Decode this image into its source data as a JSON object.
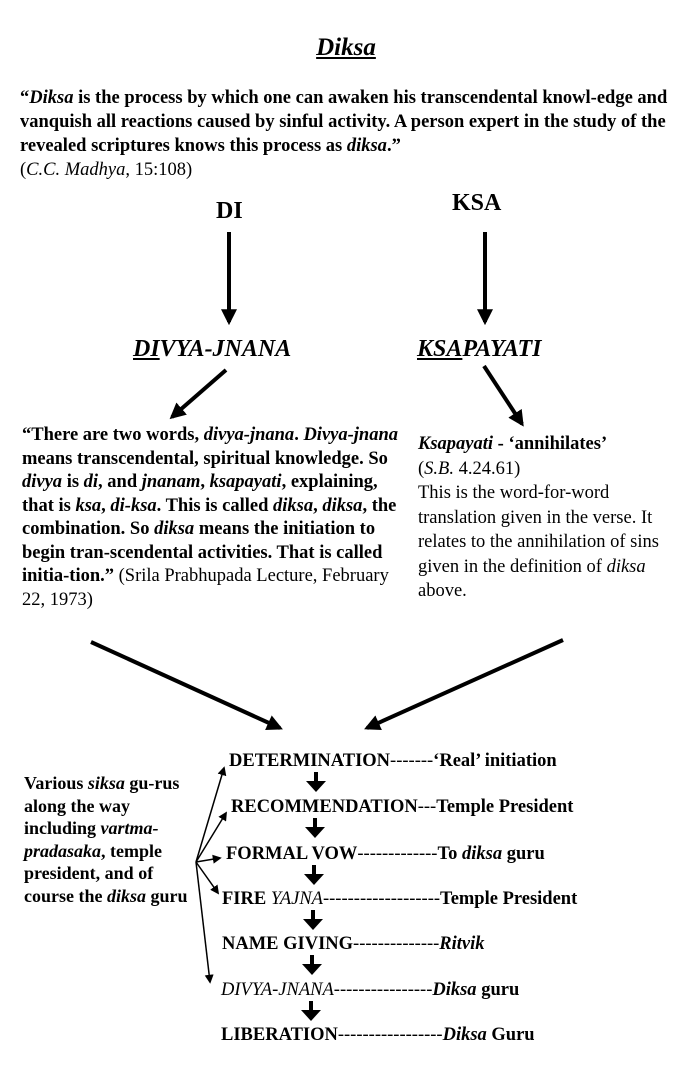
{
  "title": "Diksa",
  "intro_quote": {
    "t1": "“",
    "t2": "Diksa",
    "t3": " is the process by which one can awaken his transcendental knowl-edge and vanquish all reactions caused by sinful activity.  A person expert in the study of the revealed scriptures knows this process as ",
    "t4": "diksa",
    "t5": ".”",
    "c1": "(",
    "c2": "C.C. Madhya",
    "c3": ", 15:108)"
  },
  "roots": {
    "di": "DI",
    "ksa": "KSA"
  },
  "derivations": {
    "divya_jnana_a": "DI",
    "divya_jnana_b": "VYA-JNANA",
    "ksapayati_a": "KSA",
    "ksapayati_b": "PAYATI"
  },
  "lecture": {
    "s1": "“There are two words, ",
    "s2": "divya-jnana",
    "s3": ". ",
    "s4": "Divya-jnana",
    "s5": " means transcendental, spiritual knowledge. So ",
    "s6": "divya",
    "s7": " is ",
    "s8": "di",
    "s9": ", and ",
    "s10": "jnanam",
    "s11": ", ",
    "s12": "ksapayati",
    "s13": ", explaining, that is ",
    "s14": "ksa",
    "s15": ", ",
    "s16": "di-ksa",
    "s17": ". This is called ",
    "s18": "diksa",
    "s19": ", ",
    "s20": "diksa",
    "s21": ", the combination. So ",
    "s22": "diksa",
    "s23": " means the initiation to begin tran-scendental activities. That is called initia-tion.”",
    "cite": "  (Srila Prabhupada Lecture, February 22, 1973)"
  },
  "ksapayati_note": {
    "h1": "Ksapayati",
    "h2": " - ‘annihilates’",
    "c1": "(",
    "c2": "S.B.",
    "c3": " 4.24.61)",
    "b1": "This is the word-for-word translation given in the verse. It relates to the annihilation of sins given in the definition of ",
    "b2": "diksa",
    "b3": " above."
  },
  "siksa_note": {
    "p1": "Various ",
    "p2": "siksa",
    "p3": " gu-rus along the way including ",
    "p4": "vartma-pradasaka",
    "p5": ", temple president, and of course the ",
    "p6": "diksa",
    "p7": " guru"
  },
  "steps": [
    {
      "main": "DETERMINATION",
      "dash": "-------",
      "dest_a": "‘Real’ initiation",
      "dest_b": ""
    },
    {
      "main": "RECOMMENDATION",
      "dash": "---",
      "dest_a": "Temple President",
      "dest_b": ""
    },
    {
      "main": "FORMAL VOW",
      "dash": "-------------",
      "dest_a": "To ",
      "dest_b": "diksa",
      "dest_c": " guru"
    },
    {
      "main_a": "FIRE ",
      "main_b": "YAJNA",
      "dash": "-------------------",
      "dest_a": "Temple President"
    },
    {
      "main": "NAME GIVING",
      "dash": "--------------",
      "dest_b": "Ritvik"
    },
    {
      "main_b": "DIVYA-JNANA",
      "dash": "----------------",
      "dest_b": "Diksa",
      "dest_c": " guru"
    },
    {
      "main": "LIBERATION",
      "dash": "-----------------",
      "dest_b": "Diksa",
      "dest_c": " Guru"
    }
  ]
}
